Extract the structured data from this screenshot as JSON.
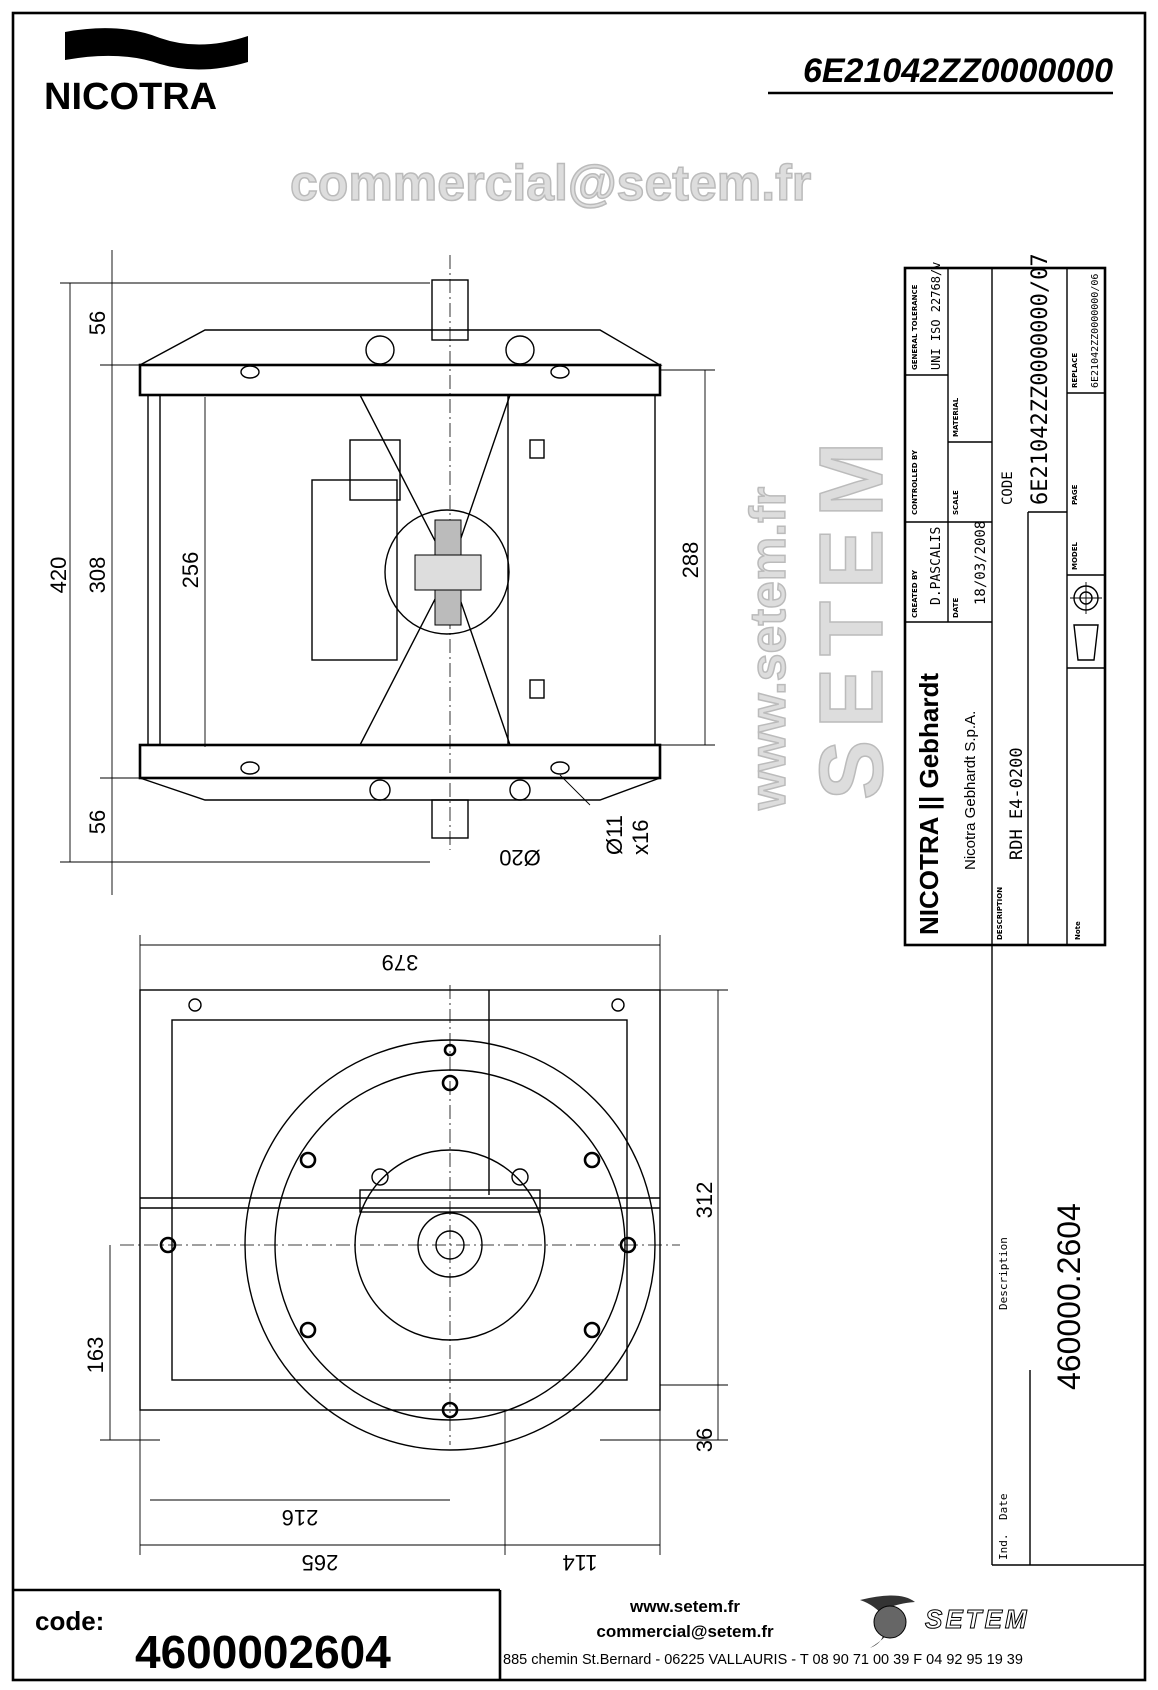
{
  "header": {
    "brand": "NICOTRA",
    "drawing_code": "6E21042ZZ0000000"
  },
  "dimensions": {
    "side_view": {
      "overall_height": "420",
      "top_flange": "56",
      "body": "308",
      "bottom_flange": "56",
      "inner_height": "256",
      "right_height": "288",
      "shaft_diameter": "Ø20",
      "holes": "Ø11",
      "holes_count": "x16"
    },
    "front_view": {
      "width": "379",
      "height": "312",
      "shaft_height": "163",
      "base_offset": "36",
      "shaft_offset": "216",
      "left_length": "265",
      "right_length": "114"
    }
  },
  "title_block": {
    "general_tolerance_label": "GENERAL TOLERANCE",
    "general_tolerance": "UNI ISO 22768/v",
    "controlled_by_label": "CONTROLLED BY",
    "controlled_by": "",
    "created_by_label": "CREATED BY",
    "created_by": "D.PASCALIS",
    "material_label": "MATERIAL",
    "scale_label": "SCALE",
    "date_label": "DATE",
    "date": "18/03/2008",
    "code_label": "CODE",
    "code": "6E21042ZZ0000000/07",
    "replace_label": "REPLACE",
    "replace": "6E21042ZZ0000000/06",
    "page_label": "PAGE",
    "model_label": "MODEL",
    "company_logo": "NICOTRA || Gebhardt",
    "company": "Nicotra Gebhardt S.p.A.",
    "description_label": "DESCRIPTION",
    "description": "RDH E4-0200",
    "note_label": "Note"
  },
  "side_panel": {
    "description_label": "Description",
    "description": "460000.2604",
    "ind_label": "Ind.",
    "date_label": "Date"
  },
  "watermark": {
    "url": "www.setem.fr",
    "brand": "SETEM",
    "email": "commercial@setem.fr"
  },
  "footer": {
    "code_label": "code:",
    "code": "4600002604",
    "website": "www.setem.fr",
    "email": "commercial@setem.fr",
    "address": "885 chemin St.Bernard  -  06225 VALLAURIS  -  T 08 90 71 00 39   F 04 92 95 19 39",
    "logo_text": "SETEM"
  }
}
